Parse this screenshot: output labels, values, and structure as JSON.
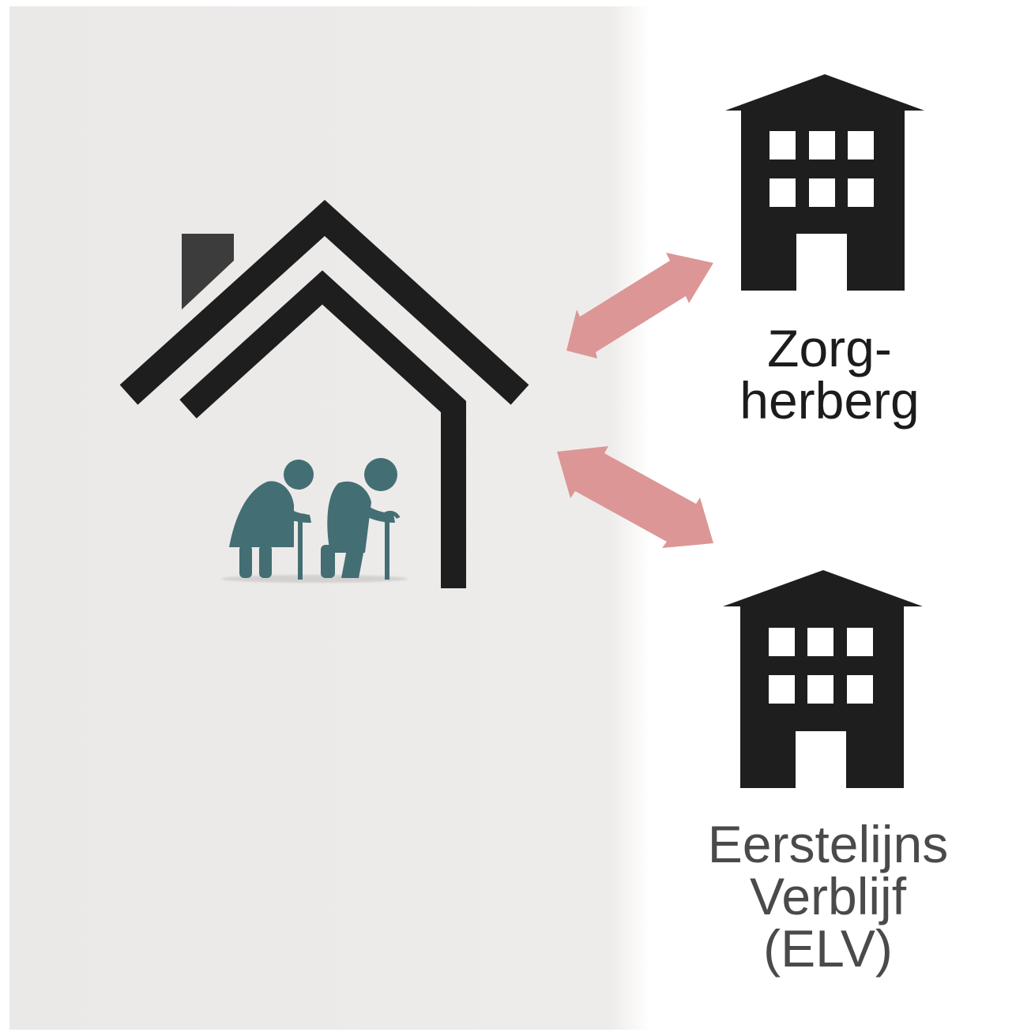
{
  "nodes": {
    "home": {
      "icon": "house-with-elderly-couple-icon",
      "person_color": "#436e74"
    },
    "zorgherberg": {
      "icon": "building-icon",
      "label_lines": [
        "Zorg-",
        "herberg"
      ],
      "label_color": "#1c1c1c"
    },
    "elv": {
      "icon": "building-icon",
      "label_lines": [
        "Eerstelijns",
        "Verblijf",
        "(ELV)"
      ],
      "label_color": "#4a4a4a"
    }
  },
  "edges": [
    {
      "from": "home",
      "to": "zorgherberg",
      "style": "double-arrow",
      "color": "#dc9696"
    },
    {
      "from": "home",
      "to": "elv",
      "style": "double-arrow",
      "color": "#dc9696"
    }
  ],
  "colors": {
    "panel_background": "#ebe9e8",
    "icon_dark": "#1e1e1e",
    "chimney": "#3c3c3c"
  }
}
